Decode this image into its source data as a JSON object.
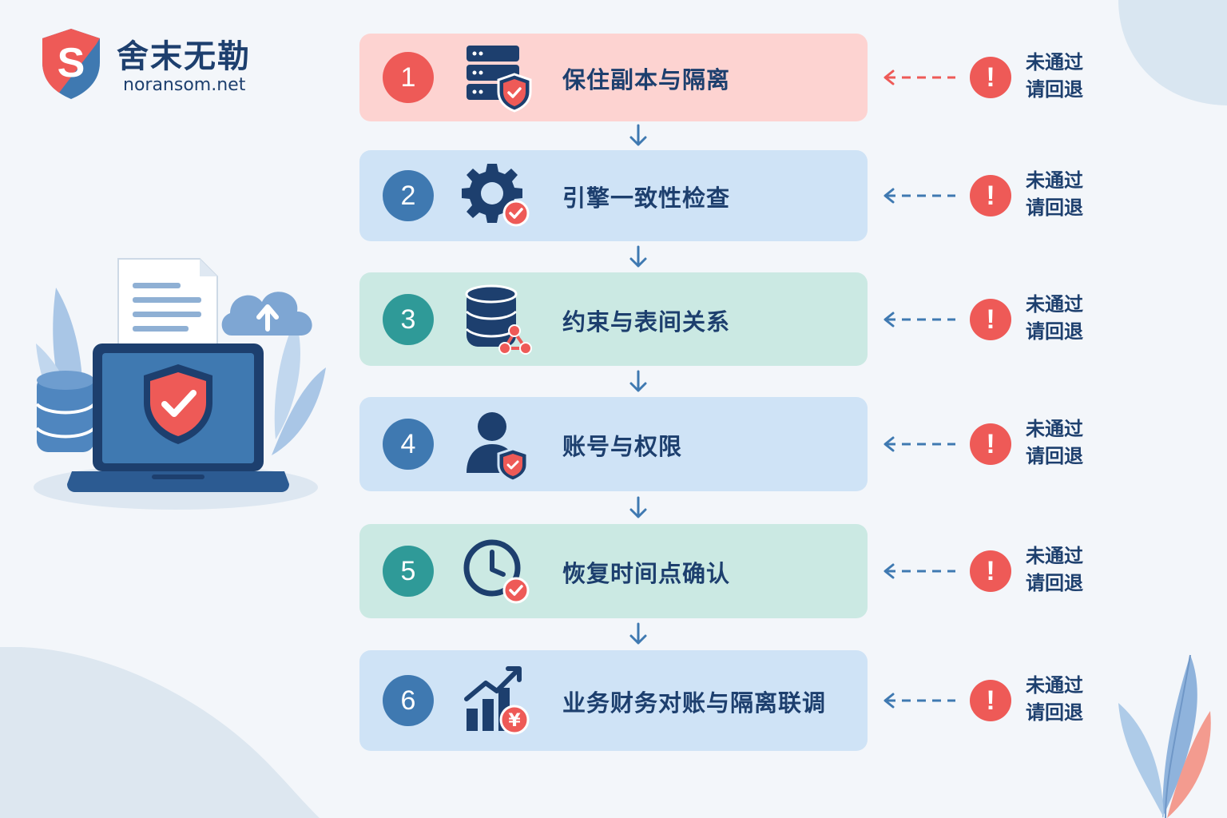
{
  "brand": {
    "name": "舍末无勒",
    "domain": "noransom.net",
    "logo_letter": "S"
  },
  "colors": {
    "red": "#ee5a57",
    "blue": "#3f79b1",
    "teal": "#2f9a98",
    "navy": "#1d3f6e",
    "pink_bg": "#fdd3d1",
    "blue_bg": "#cfe3f6",
    "teal_bg": "#cbe9e3"
  },
  "steps": [
    {
      "num": "1",
      "label": "保住副本与隔离",
      "icon": "server-shield-icon",
      "theme": "red"
    },
    {
      "num": "2",
      "label": "引擎一致性检查",
      "icon": "gear-check-icon",
      "theme": "blue"
    },
    {
      "num": "3",
      "label": "约束与表间关系",
      "icon": "database-relation-icon",
      "theme": "teal"
    },
    {
      "num": "4",
      "label": "账号与权限",
      "icon": "user-shield-icon",
      "theme": "blue"
    },
    {
      "num": "5",
      "label": "恢复时间点确认",
      "icon": "clock-check-icon",
      "theme": "teal"
    },
    {
      "num": "6",
      "label": "业务财务对账与隔离联调",
      "icon": "chart-yuan-icon",
      "theme": "blue"
    }
  ],
  "fail": {
    "mark": "!",
    "line1": "未通过",
    "line2": "请回退"
  }
}
